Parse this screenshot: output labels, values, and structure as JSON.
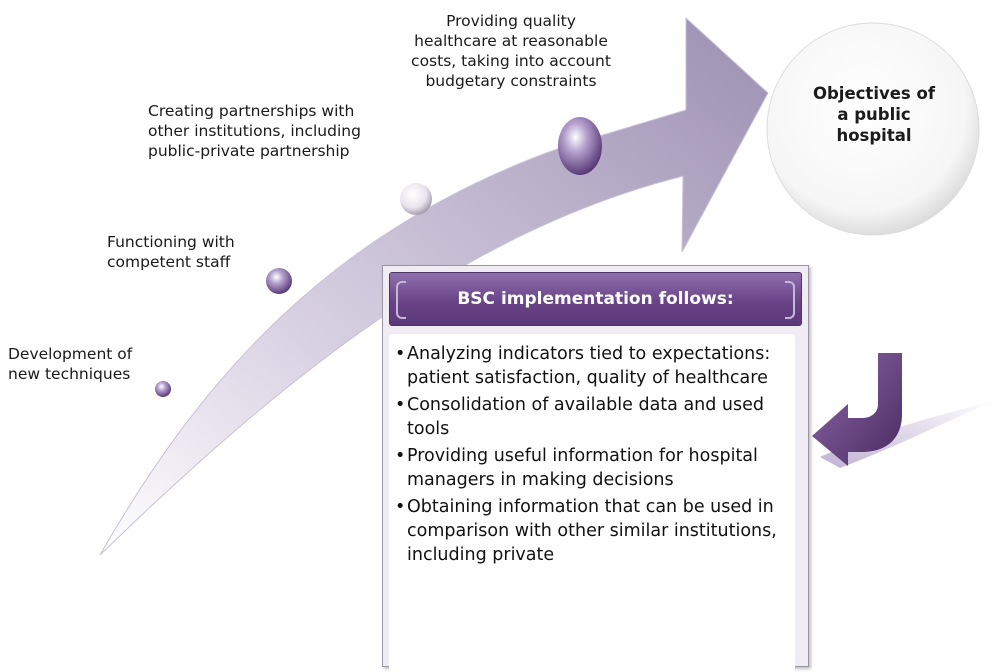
{
  "steps": [
    {
      "label_lines": [
        "Development of",
        "new techniques"
      ]
    },
    {
      "label_lines": [
        "Functioning with",
        "competent staff"
      ]
    },
    {
      "label_lines": [
        "Creating partnerships with",
        "other institutions, including",
        "public-private partnership"
      ]
    },
    {
      "label_lines": [
        "Providing quality",
        "healthcare at reasonable",
        "costs, taking into account",
        "budgetary constraints"
      ]
    }
  ],
  "objective": {
    "lines": [
      "Objectives of",
      "a public",
      "hospital"
    ]
  },
  "bsc": {
    "title": "BSC implementation follows:",
    "items": [
      "Analyzing indicators tied to expectations: patient satisfaction, quality of healthcare",
      "Consolidation of available data and used tools",
      "Providing useful information for hospital managers in making decisions",
      "Obtaining information that can be used in comparison with other similar institutions, including private"
    ]
  },
  "colors": {
    "arrow_light": "#f2eff6",
    "arrow_dark": "#a497b6",
    "accent_purple": "#6a4488",
    "circle_fill": "#ffffff"
  }
}
